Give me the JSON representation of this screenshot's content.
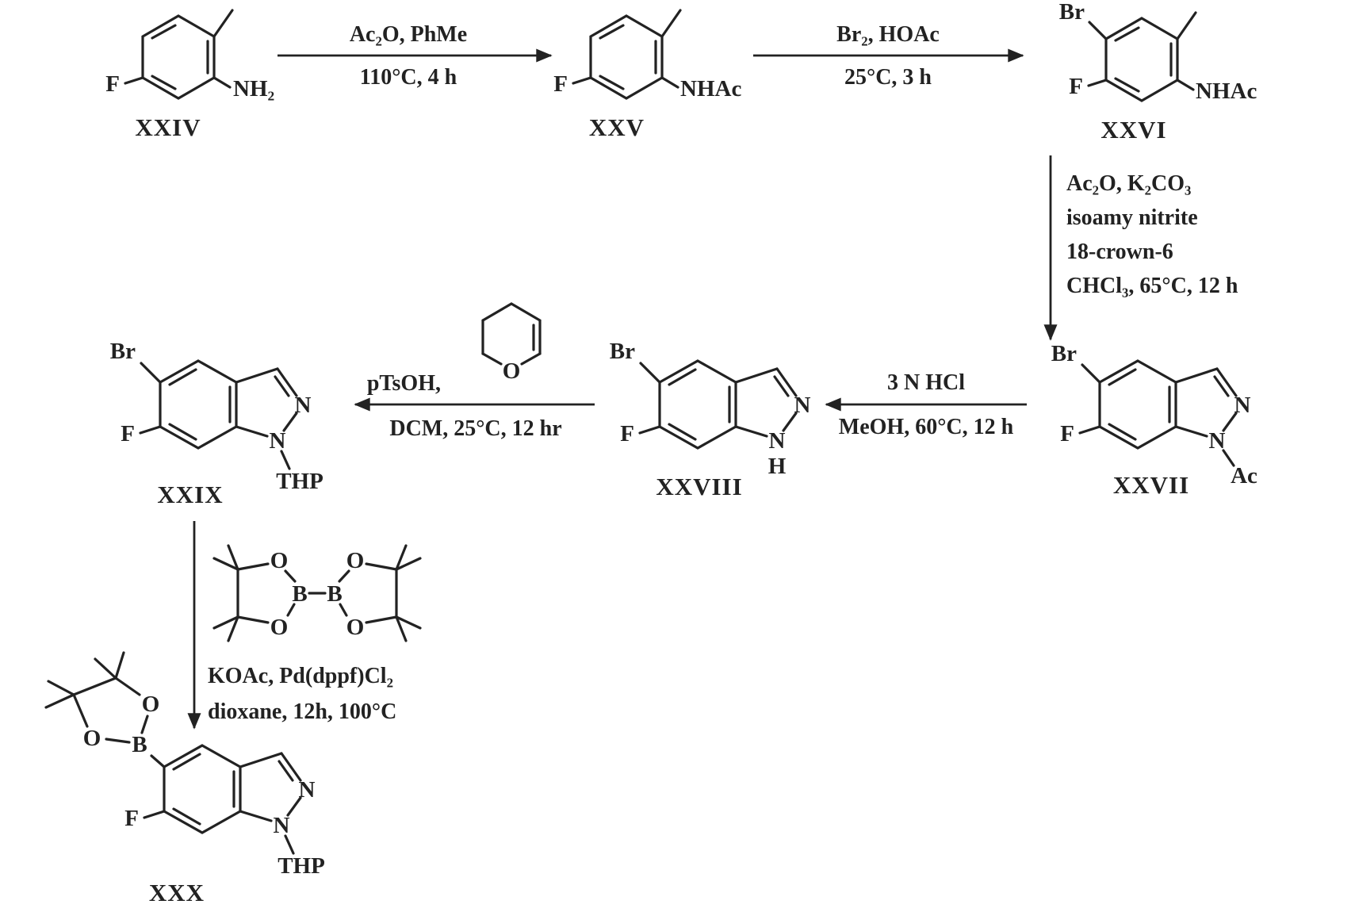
{
  "style": {
    "ink": "#222222",
    "background": "#ffffff"
  },
  "compounds": {
    "xxiv": {
      "label": "XXIV",
      "atoms": {
        "f": "F",
        "nh2": "NH₂"
      }
    },
    "xxv": {
      "label": "XXV",
      "atoms": {
        "f": "F",
        "nhac": "NHAc"
      }
    },
    "xxvi": {
      "label": "XXVI",
      "atoms": {
        "br": "Br",
        "f": "F",
        "nhac": "NHAc"
      }
    },
    "xxvii": {
      "label": "XXVII",
      "atoms": {
        "br": "Br",
        "f": "F",
        "n2": "N",
        "n1": "N",
        "ac": "Ac"
      }
    },
    "xxviii": {
      "label": "XXVIII",
      "atoms": {
        "br": "Br",
        "f": "F",
        "n2": "N",
        "n1": "N",
        "h": "H"
      }
    },
    "xxix": {
      "label": "XXIX",
      "atoms": {
        "br": "Br",
        "f": "F",
        "n2": "N",
        "n1": "N",
        "thp": "THP"
      }
    },
    "xxx": {
      "label": "XXX",
      "atoms": {
        "b": "B",
        "o_top": "O",
        "o_left": "O",
        "f": "F",
        "n2": "N",
        "n1": "N",
        "thp": "THP"
      }
    }
  },
  "reagent_structures": {
    "dhp": {
      "atoms": {
        "o": "O"
      }
    },
    "b2pin2": {
      "atoms": {
        "b1": "B",
        "b2": "B",
        "o1": "O",
        "o2": "O",
        "o3": "O",
        "o4": "O"
      }
    }
  },
  "steps": {
    "step1": {
      "above": "Ac₂O, PhMe",
      "below": "110°C, 4 h"
    },
    "step2": {
      "above": "Br₂, HOAc",
      "below": "25°C, 3 h"
    },
    "step3": {
      "lines": [
        "Ac₂O, K₂CO₃",
        "isoamy nitrite",
        "18-crown-6",
        "CHCl₃, 65°C, 12 h"
      ]
    },
    "step4": {
      "above": "3 N HCl",
      "below": "MeOH, 60°C, 12 h"
    },
    "step5": {
      "above": "pTsOH,",
      "below": "DCM, 25°C, 12 hr"
    },
    "step6": {
      "lines": [
        "KOAc, Pd(dppf)Cl₂",
        "dioxane, 12h, 100°C"
      ]
    }
  }
}
